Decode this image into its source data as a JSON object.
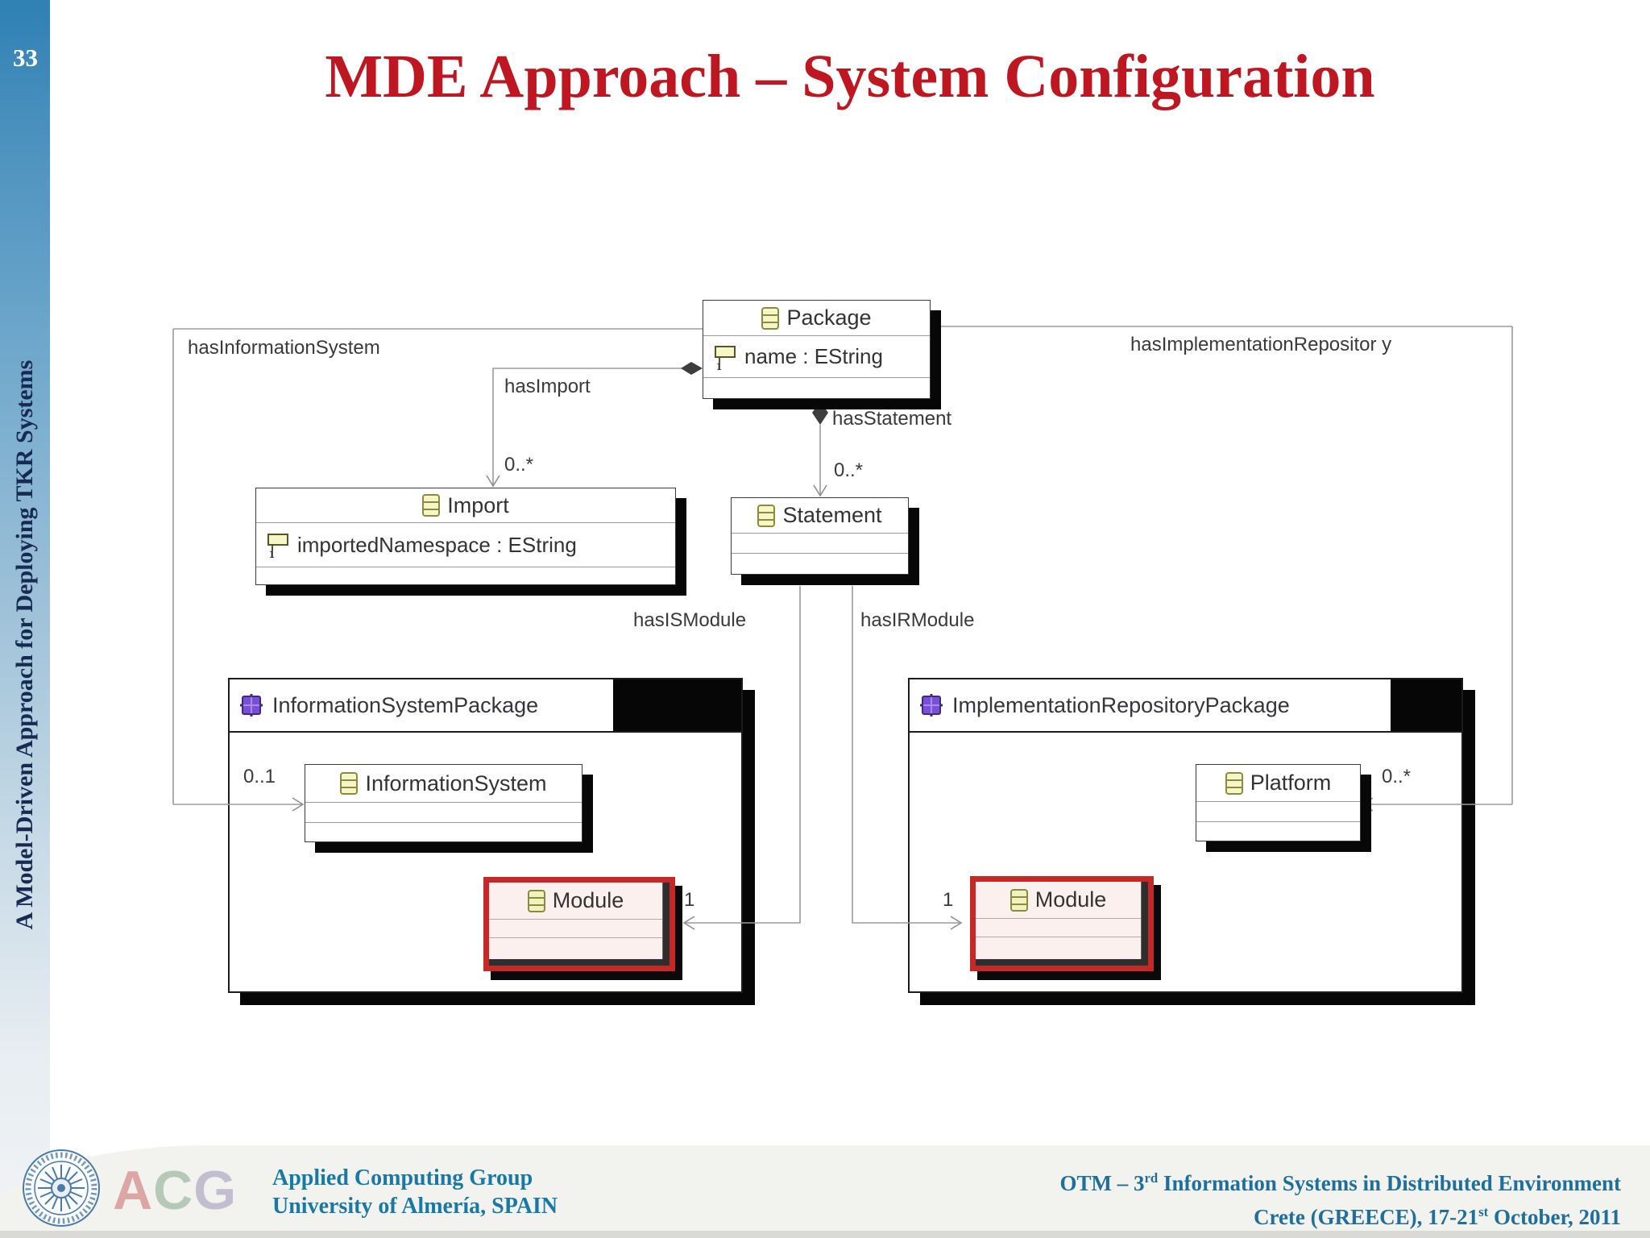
{
  "page_number": "33",
  "sidebar": {
    "vertical_title": "A Model-Driven Approach for Deploying TKR Systems"
  },
  "slide": {
    "title": "MDE Approach – System Configuration"
  },
  "diagram": {
    "classes": {
      "package": {
        "name": "Package",
        "attribute": "name : EString"
      },
      "import": {
        "name": "Import",
        "attribute": "importedNamespace : EString"
      },
      "statement": {
        "name": "Statement"
      },
      "information_system": {
        "name": "InformationSystem"
      },
      "platform": {
        "name": "Platform"
      },
      "is_module": {
        "name": "Module"
      },
      "ir_module": {
        "name": "Module"
      }
    },
    "packages": {
      "information_system": {
        "name": "InformationSystemPackage"
      },
      "implementation_repository": {
        "name": "ImplementationRepositoryPackage"
      }
    },
    "references": {
      "has_information_system": "hasInformationSystem",
      "has_implementation_repository": "hasImplementationRepositor y",
      "has_import": "hasImport",
      "has_statement": "hasStatement",
      "has_is_module": "hasISModule",
      "has_ir_module": "hasIRModule"
    },
    "multiplicities": {
      "has_import": "0..*",
      "has_statement": "0..*",
      "has_information_system": "0..1",
      "has_implementation_repository": "0..*",
      "has_is_module": "1",
      "has_ir_module": "1"
    }
  },
  "icons": {
    "eclass": "eclass-icon",
    "eattribute": "eattribute-icon",
    "epackage": "epackage-icon",
    "university_seal": "university-seal-icon"
  },
  "colors": {
    "title_red": "#bf1722",
    "highlight_red": "#c62828",
    "module_fill": "#fcf0ef",
    "footer_teal": "#1879a5",
    "sidebar_blue": "#2f80b4"
  },
  "footer": {
    "acg_a": "A",
    "acg_c": "C",
    "acg_g": "G",
    "affiliation_line1": "Applied Computing Group",
    "affiliation_line2": "University of Almería, SPAIN",
    "conference_line1_prefix": "OTM – 3",
    "conference_line1_sup": "rd",
    "conference_line1_rest": " Information Systems in Distributed Environment",
    "conference_line2_prefix": "Crete (GREECE), 17-21",
    "conference_line2_sup": "st",
    "conference_line2_rest": " October, 2011"
  }
}
